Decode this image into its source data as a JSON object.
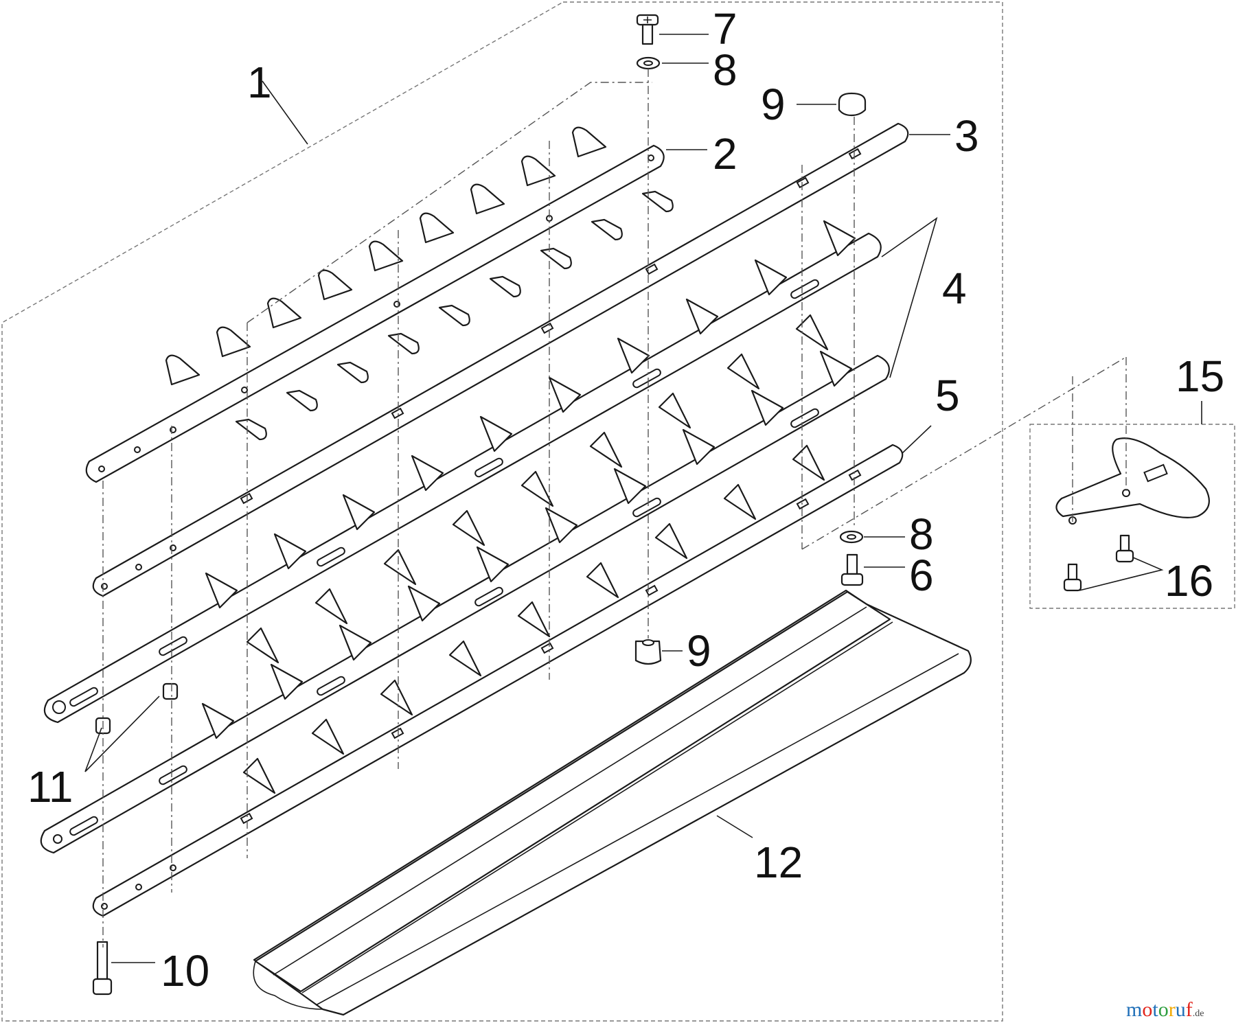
{
  "callouts": [
    {
      "label": "1"
    },
    {
      "label": "2"
    },
    {
      "label": "3"
    },
    {
      "label": "4"
    },
    {
      "label": "5"
    },
    {
      "label": "6"
    },
    {
      "label": "7"
    },
    {
      "label": "8"
    },
    {
      "label": "8"
    },
    {
      "label": "9"
    },
    {
      "label": "9"
    },
    {
      "label": "10"
    },
    {
      "label": "11"
    },
    {
      "label": "12"
    },
    {
      "label": "15"
    },
    {
      "label": "16"
    }
  ],
  "watermark": {
    "text": "motoruf",
    "suffix": ".de",
    "letter_colors": [
      "#1f6fb8",
      "#e2231a",
      "#1f6fb8",
      "#2e9e3e",
      "#f2a900",
      "#1f6fb8",
      "#e2231a"
    ]
  },
  "colors": {
    "line": "#1a1a1a",
    "dash": "#555555",
    "frame": "#777777",
    "background": "#ffffff"
  }
}
